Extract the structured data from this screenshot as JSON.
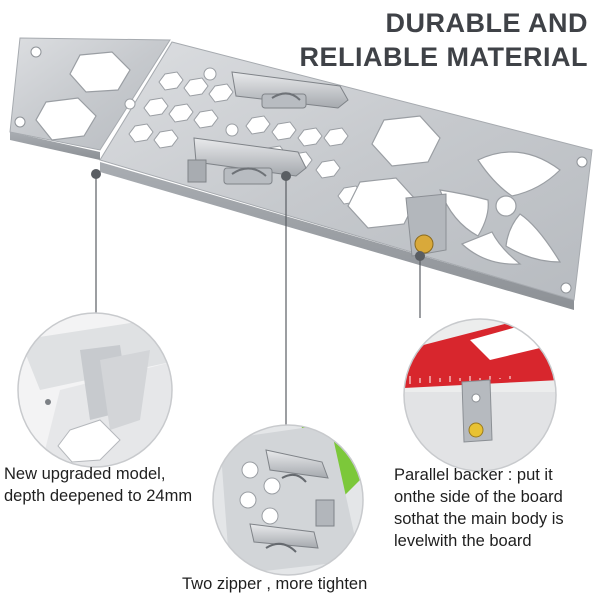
{
  "header": {
    "title_line1": "DURABLE AND",
    "title_line2": "RELIABLE MATERIAL"
  },
  "callouts": {
    "left": {
      "line1": "New upgraded model,",
      "line2": "depth deepened to 24mm"
    },
    "bottom": {
      "line1": "Two zipper , more tighten"
    },
    "right": {
      "line1": "Parallel backer : put it",
      "line2": "onthe side of the board",
      "line3": "sothat the main body is",
      "line4": "levelwith the board"
    }
  },
  "colors": {
    "title": "#3f4247",
    "aluminum": "#c9ccd0",
    "aluminum_dark": "#9ea2a7",
    "square_red": "#d8262d",
    "accent_green": "#7cc83a",
    "pin_gold": "#d9a93a"
  },
  "icons": {
    "product": "aluminum-jig-plate",
    "clamp": "toggle-clamp-icon",
    "marker": "callout-dot-icon"
  }
}
